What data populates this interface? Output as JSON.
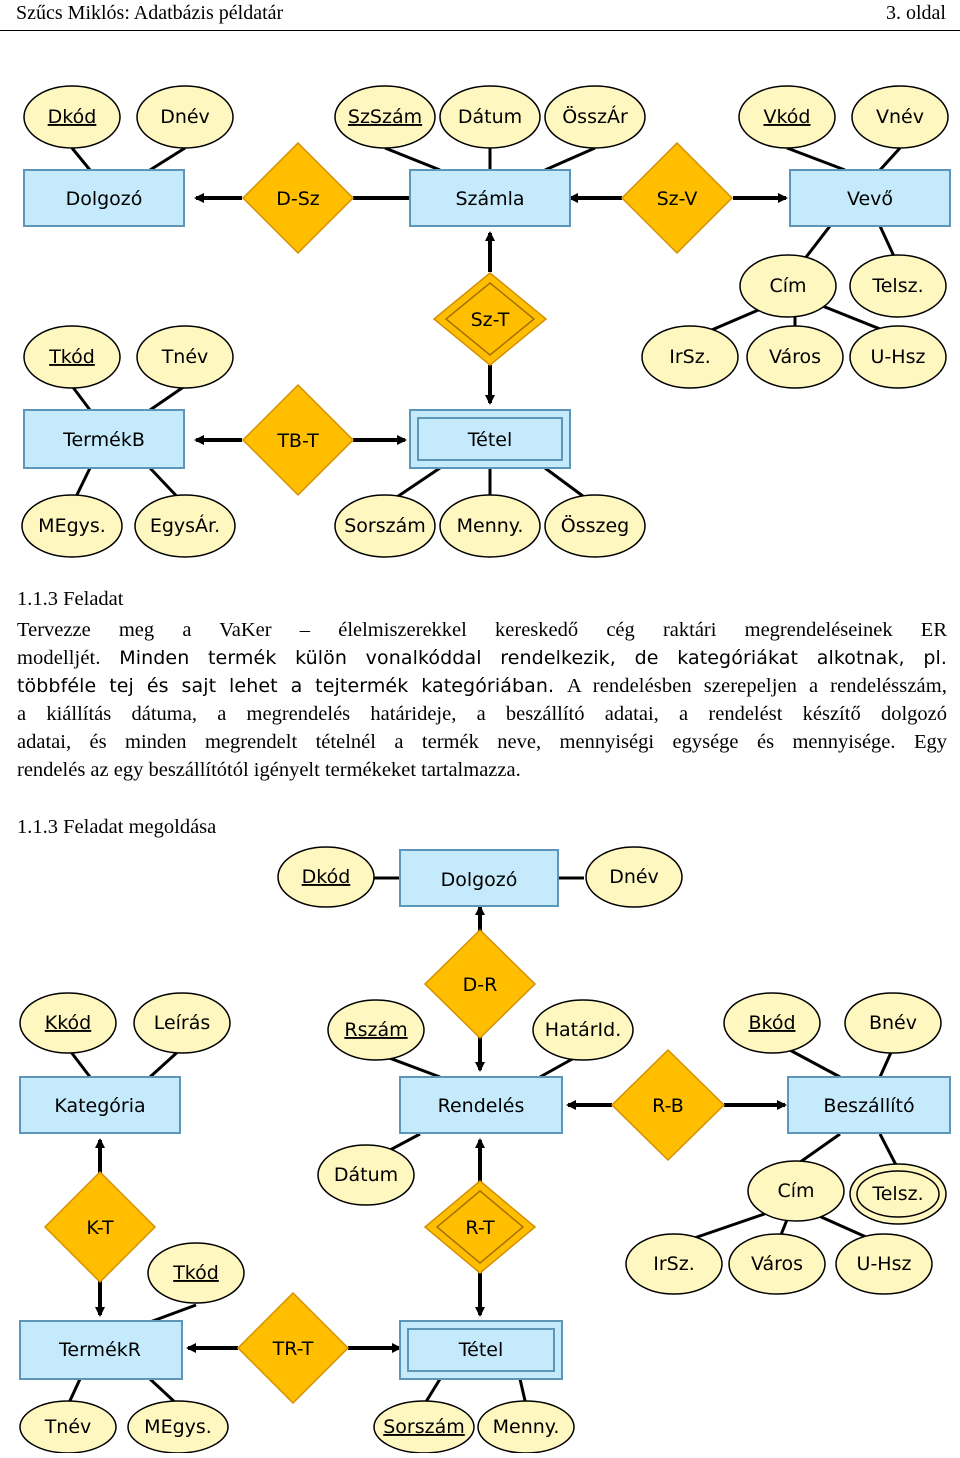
{
  "header": {
    "left": "Szűcs Miklós: Adatbázis példatár",
    "right": "3. oldal"
  },
  "diagram1": {
    "entities": {
      "dolgozo": "Dolgozó",
      "szamla": "Számla",
      "vevo": "Vevő",
      "termekb": "TermékB",
      "tetel": "Tétel"
    },
    "relations": {
      "dsz": "D-Sz",
      "szv": "Sz-V",
      "szt": "Sz-T",
      "tbt": "TB-T"
    },
    "attributes": {
      "dkod": "Dkód",
      "dnev": "Dnév",
      "szszam": "SzSzám",
      "datum": "Dátum",
      "osszar": "ÖsszÁr",
      "vkod": "Vkód",
      "vnev": "Vnév",
      "cim": "Cím",
      "telsz": "Telsz.",
      "irsz": "IrSz.",
      "varos": "Város",
      "uhsz": "U-Hsz",
      "tkod": "Tkód",
      "tnev": "Tnév",
      "megys": "MEgys.",
      "egysar": "EgysÁr.",
      "sorszam": "Sorszám",
      "menny": "Menny.",
      "osszeg": "Összeg"
    }
  },
  "task": {
    "title": "1.1.3 Feladat",
    "lines": [
      "Tervezze meg a VaKer – élelmiszerekkel kereskedő cég raktári megrendeléseinek ER",
      "modelljét.",
      "Minden termék külön vonalkóddal rendelkezik, de kategóriákat alkotnak, pl.",
      "többféle tej és sajt lehet a tejtermék kategóriában.",
      "A rendelésben szerepeljen a rendelésszám,",
      "a kiállítás dátuma, a megrendelés határideje, a beszállító adatai, a rendelést készítő dolgozó",
      "adatai, és minden megrendelt tételnél a termék neve, mennyiségi egysége és mennyisége. Egy",
      "rendelés az egy beszállítótól igényelt termékeket tartalmazza."
    ]
  },
  "solution": {
    "title": "1.1.3 Feladat megoldása"
  },
  "diagram2": {
    "entities": {
      "dolgozo": "Dolgozó",
      "kategoria": "Kategória",
      "rendeles": "Rendelés",
      "beszallito": "Beszállító",
      "termekr": "TermékR",
      "tetel": "Tétel"
    },
    "relations": {
      "dr": "D-R",
      "rb": "R-B",
      "kt": "K-T",
      "rt": "R-T",
      "trt": "TR-T"
    },
    "attributes": {
      "dkod": "Dkód",
      "dnev": "Dnév",
      "kkod": "Kkód",
      "leiras": "Leírás",
      "rszam": "Rszám",
      "hatarid": "HatárId.",
      "bkod": "Bkód",
      "bnev": "Bnév",
      "datum": "Dátum",
      "cim": "Cím",
      "telsz": "Telsz.",
      "irsz": "IrSz.",
      "varos": "Város",
      "uhsz": "U-Hsz",
      "tkod": "Tkód",
      "tnev": "Tnév",
      "megys": "MEgys.",
      "sorszam": "Sorszám",
      "menny": "Menny."
    }
  }
}
